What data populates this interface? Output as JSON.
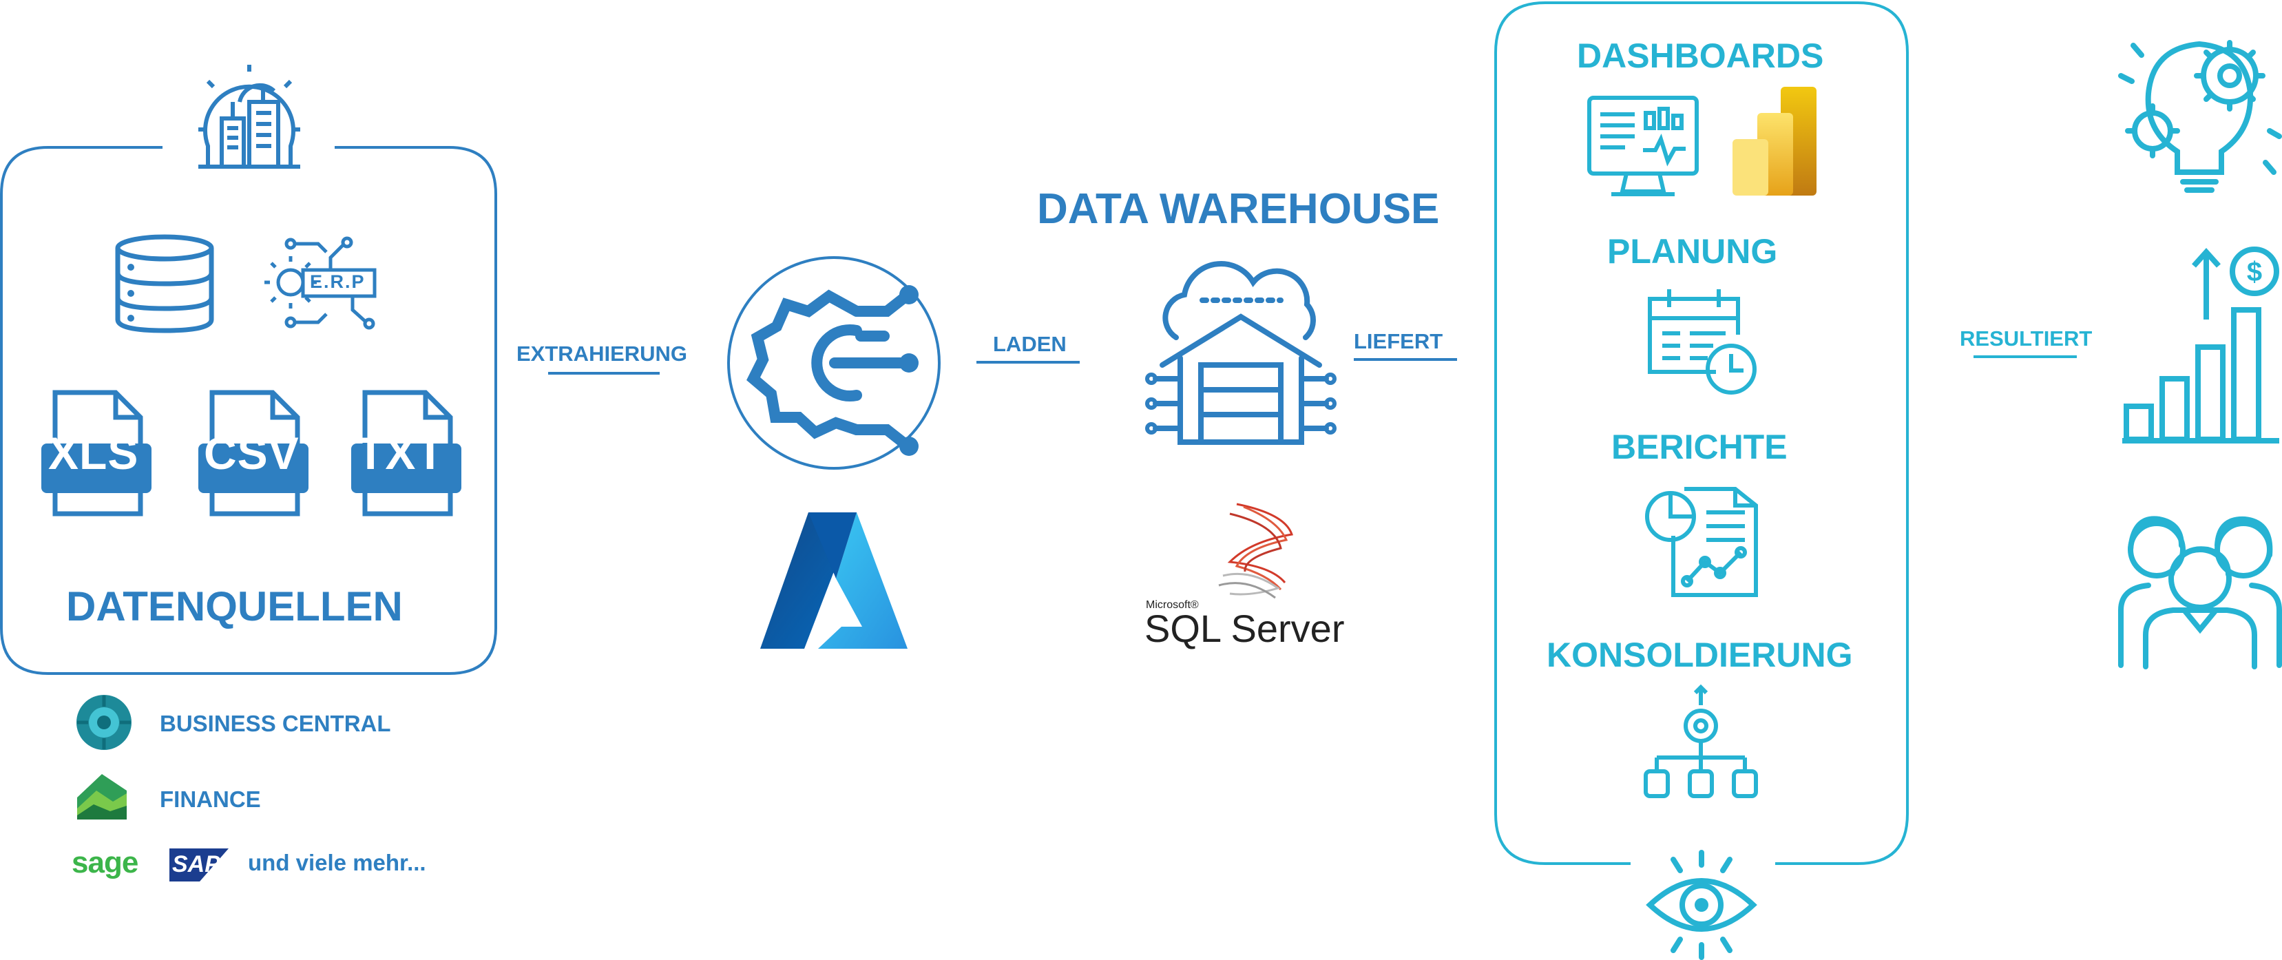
{
  "sources": {
    "title": "DATENQUELLEN",
    "erp_label": "E.R.P",
    "files": [
      "XLS",
      "CSV",
      "TXT"
    ],
    "systems": {
      "business_central": "BUSINESS CENTRAL",
      "finance": "FINANCE",
      "sage_logo": "sage",
      "sap_logo": "SAP",
      "more": "und viele mehr..."
    }
  },
  "flow": {
    "extract": "EXTRAHIERUNG",
    "load": "LADEN",
    "deliver": "LIEFERT",
    "result": "RESULTIERT"
  },
  "warehouse": {
    "title": "DATA WAREHOUSE",
    "vendor_small": "Microsoft®",
    "vendor_product": "SQL Server"
  },
  "outputs": {
    "items": [
      "DASHBOARDS",
      "PLANUNG",
      "BERICHTE",
      "KONSOLDIERUNG"
    ]
  },
  "colors": {
    "source_blue": "#2e7fc1",
    "output_cyan": "#26b3d3",
    "powerbi_gold": "#f2c811",
    "azure_blue": "#1f6fc0",
    "sql_red": "#d23a2a",
    "sage_green": "#3cb54a",
    "sap_navy": "#1b3d8f"
  },
  "icons": [
    "building-gear-icon",
    "database-icon",
    "erp-gear-icon",
    "xls-file-icon",
    "csv-file-icon",
    "txt-file-icon",
    "etl-gear-icon",
    "azure-logo-icon",
    "cloud-warehouse-icon",
    "sql-server-logo-icon",
    "monitor-dashboard-icon",
    "powerbi-logo-icon",
    "calendar-clock-icon",
    "report-chart-icon",
    "hierarchy-gear-icon",
    "eye-icon",
    "lightbulb-gears-icon",
    "growth-chart-icon",
    "team-icon",
    "business-central-logo-icon",
    "finance-logo-icon"
  ]
}
